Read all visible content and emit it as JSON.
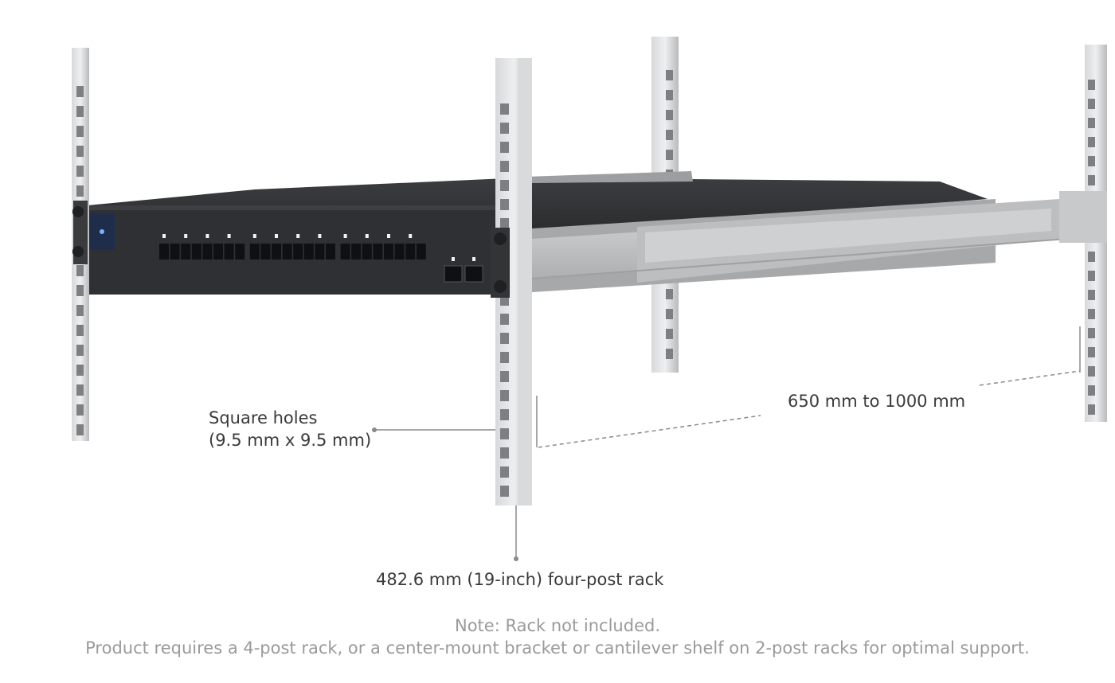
{
  "annotations": {
    "square_holes_line1": "Square holes",
    "square_holes_line2": "(9.5 mm x 9.5 mm)",
    "rack": "482.6 mm (19-inch) four-post rack",
    "depth": "650 mm to 1000 mm"
  },
  "note": {
    "line1": "Note: Rack not included.",
    "line2": "Product requires a 4-post rack, or a center-mount bracket or cantilever shelf on 2-post racks for optimal support."
  },
  "device": {
    "sfp_ports": 24,
    "uplink_ports": 2
  },
  "colors": {
    "text": "#3a3a3a",
    "note": "#9a9a9a",
    "leader": "#8a8a8a",
    "rail": "#c9cacc",
    "chassis": "#2e2f31"
  }
}
